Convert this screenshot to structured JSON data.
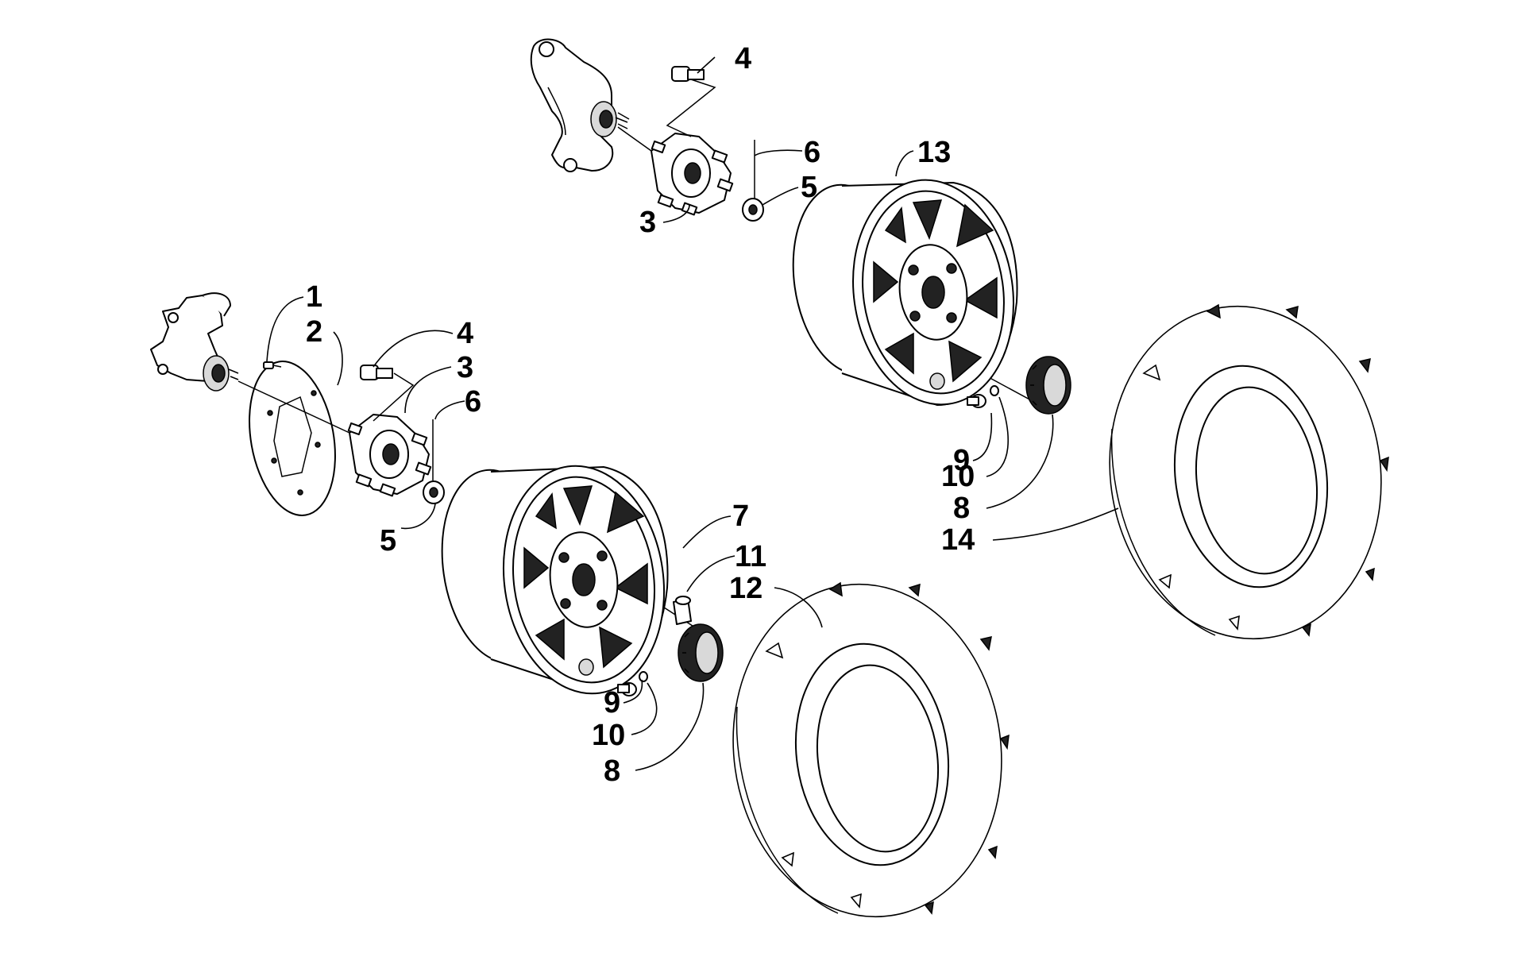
{
  "callouts": [
    {
      "id": "c1",
      "label": "1"
    },
    {
      "id": "c2",
      "label": "2"
    },
    {
      "id": "c3a",
      "label": "3"
    },
    {
      "id": "c3b",
      "label": "3"
    },
    {
      "id": "c4a",
      "label": "4"
    },
    {
      "id": "c4b",
      "label": "4"
    },
    {
      "id": "c5a",
      "label": "5"
    },
    {
      "id": "c5b",
      "label": "5"
    },
    {
      "id": "c6a",
      "label": "6"
    },
    {
      "id": "c6b",
      "label": "6"
    },
    {
      "id": "c7",
      "label": "7"
    },
    {
      "id": "c8a",
      "label": "8"
    },
    {
      "id": "c8b",
      "label": "8"
    },
    {
      "id": "c9a",
      "label": "9"
    },
    {
      "id": "c9b",
      "label": "9"
    },
    {
      "id": "c10a",
      "label": "10"
    },
    {
      "id": "c10b",
      "label": "10"
    },
    {
      "id": "c11",
      "label": "11"
    },
    {
      "id": "c12",
      "label": "12"
    },
    {
      "id": "c13",
      "label": "13"
    },
    {
      "id": "c14",
      "label": "14"
    }
  ],
  "colors": {
    "ink": "#000000",
    "paper": "#ffffff",
    "shade": "#222222"
  }
}
